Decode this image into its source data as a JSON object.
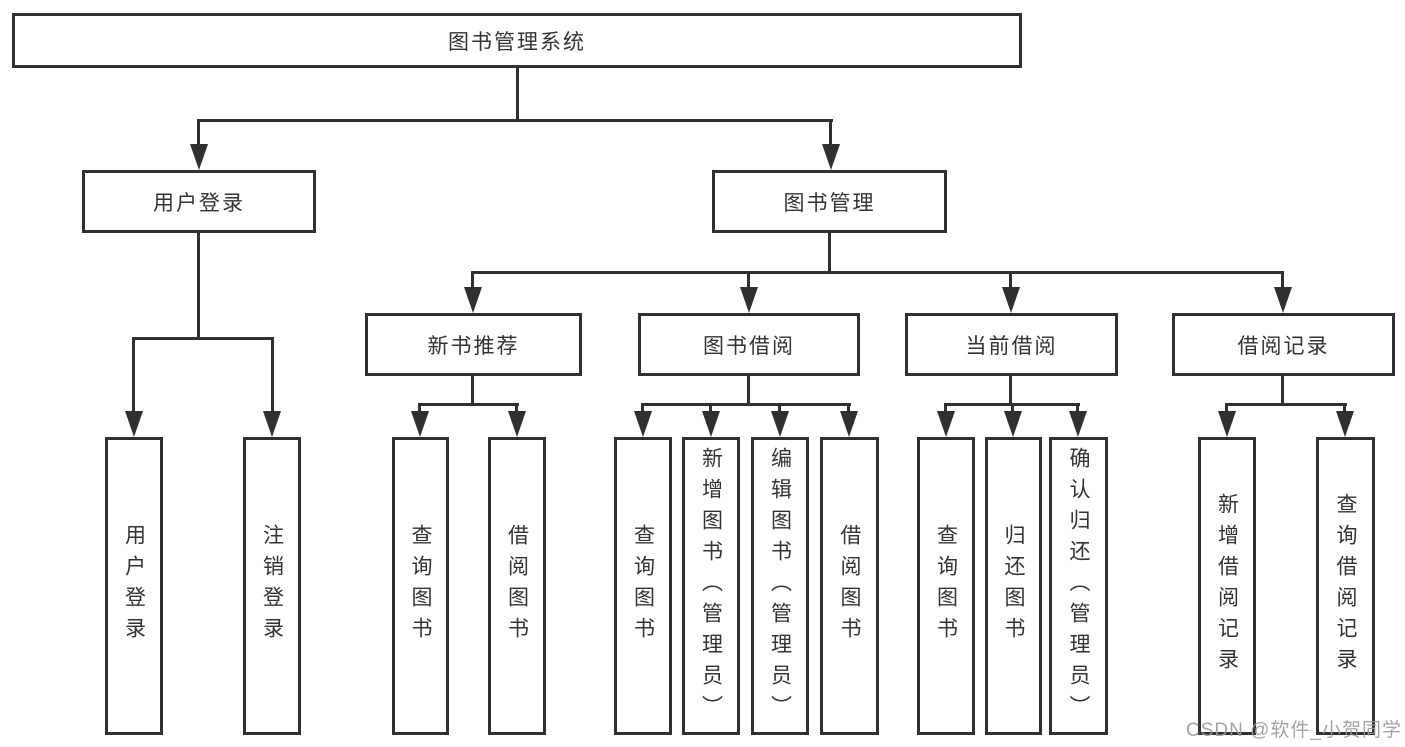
{
  "diagram": {
    "title": "图书管理系统",
    "root": "图书管理系统",
    "level1": [
      "用户登录",
      "图书管理"
    ],
    "level2": [
      "新书推荐",
      "图书借阅",
      "当前借阅",
      "借阅记录"
    ],
    "leaves": {
      "user_login": [
        "用户登录",
        "注销登录"
      ],
      "new_book": [
        "查询图书",
        "借阅图书"
      ],
      "book_borrow": [
        "查询图书",
        "新增图书（管理员）",
        "编辑图书（管理员）",
        "借阅图书"
      ],
      "current_borrow": [
        "查询图书",
        "归还图书",
        "确认归还（管理员）"
      ],
      "borrow_record": [
        "新增借阅记录",
        "查询借阅记录"
      ]
    }
  },
  "watermark": "CSDN @软件_小贺同学",
  "colors": {
    "line": "#303030",
    "text": "#333333",
    "watermark": "#9b9b9b",
    "background": "#ffffff"
  }
}
